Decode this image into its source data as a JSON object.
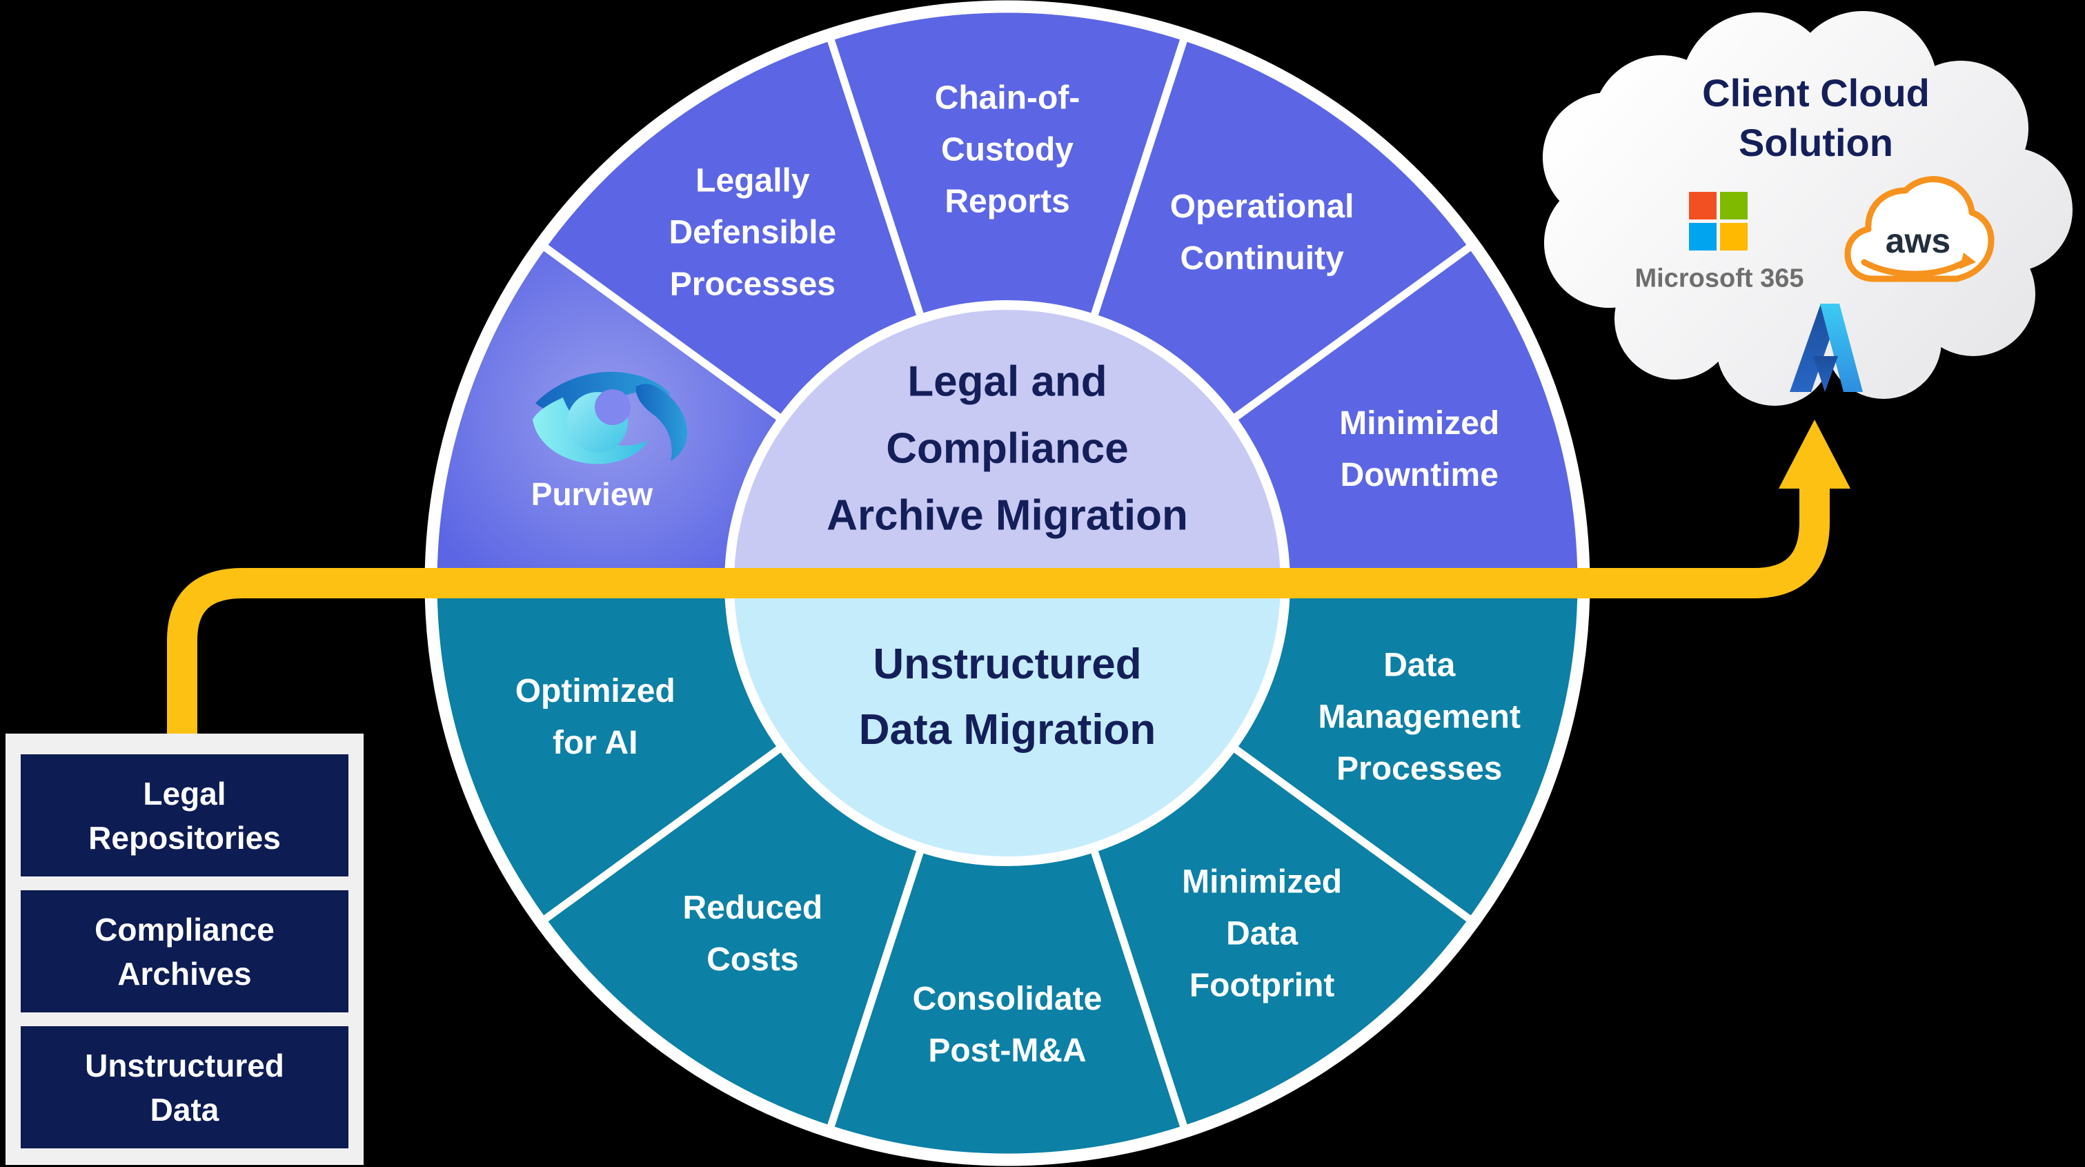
{
  "wheel": {
    "hub": {
      "top_label": "Legal and\nCompliance\nArchive Migration",
      "bottom_label": "Unstructured\nData Migration",
      "top_color": "#C8CAF3",
      "bottom_color": "#C5ECFB",
      "text_color": "#141F5A"
    },
    "top_half_color": "#5C66E4",
    "bottom_half_color": "#0C80A5",
    "divider_color": "#FFFFFF",
    "top_wedges": [
      {
        "label": "Purview",
        "icon": "purview-eye-icon"
      },
      {
        "label": "Legally\nDefensible\nProcesses"
      },
      {
        "label": "Chain-of-\nCustody\nReports"
      },
      {
        "label": "Operational\nContinuity"
      },
      {
        "label": "Minimized\nDowntime"
      }
    ],
    "bottom_wedges": [
      {
        "label": "Optimized\nfor AI"
      },
      {
        "label": "Reduced\nCosts"
      },
      {
        "label": "Consolidate\nPost-M&A"
      },
      {
        "label": "Minimized\nData\nFootprint"
      },
      {
        "label": "Data\nManagement\nProcesses"
      }
    ]
  },
  "sources_panel": {
    "panel_color": "#F0F0F1",
    "box_color": "#0D1C52",
    "items": [
      {
        "label": "Legal\nRepositories"
      },
      {
        "label": "Compliance\nArchives"
      },
      {
        "label": "Unstructured\nData"
      }
    ]
  },
  "flow_arrow": {
    "color": "#FCC113"
  },
  "cloud": {
    "title": "Client Cloud\nSolution",
    "title_color": "#141F5A",
    "microsoft_caption": "Microsoft 365",
    "aws_label": "aws",
    "icons": [
      "microsoft-365-icon",
      "aws-icon",
      "azure-icon"
    ],
    "microsoft_colors": [
      "#F25022",
      "#7FBA00",
      "#00A4EF",
      "#FFB900"
    ],
    "aws_orange": "#F6921E",
    "aws_text_color": "#232F3E",
    "azure_blues": [
      "#1B4E9B",
      "#2866C5",
      "#3CCBF4",
      "#2E8DE0"
    ]
  }
}
